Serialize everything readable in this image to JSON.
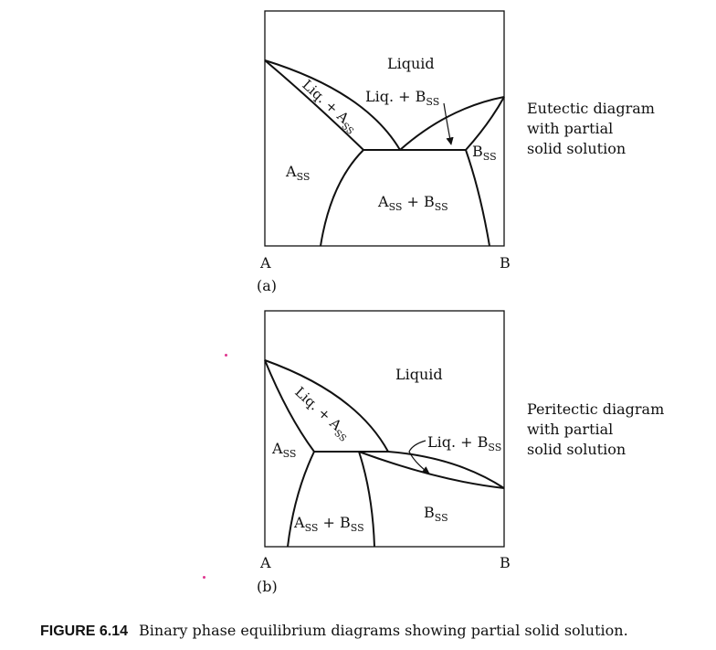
{
  "panel_a": {
    "liquid": "Liquid",
    "liq_bss": "Liq. + B",
    "liq_bss_sub": "SS",
    "liq_ass": "Liq. + A",
    "liq_ass_sub": "SS",
    "ass": "A",
    "ass_sub": "SS",
    "bss": "B",
    "bss_sub": "SS",
    "ass_bss_a": "A",
    "ass_bss_a_sub": "SS",
    "ass_bss_plus": " + B",
    "ass_bss_b_sub": "SS",
    "axis_left": "A",
    "axis_right": "B",
    "label": "(a)",
    "description": [
      "Eutectic diagram",
      "with partial",
      "solid solution"
    ]
  },
  "panel_b": {
    "liquid": "Liquid",
    "liq_ass": "Liq. + A",
    "liq_ass_sub": "SS",
    "liq_bss": "Liq. + B",
    "liq_bss_sub": "SS",
    "ass": "A",
    "ass_sub": "SS",
    "bss": "B",
    "bss_sub": "SS",
    "ass_bss_a": "A",
    "ass_bss_a_sub": "SS",
    "ass_bss_plus": " + B",
    "ass_bss_b_sub": "SS",
    "axis_left": "A",
    "axis_right": "B",
    "label": "(b)",
    "description": [
      "Peritectic diagram",
      "with partial",
      "solid solution"
    ]
  },
  "caption": {
    "figure": "FIGURE 6.14",
    "text": "Binary phase equilibrium diagrams showing partial solid solution."
  }
}
